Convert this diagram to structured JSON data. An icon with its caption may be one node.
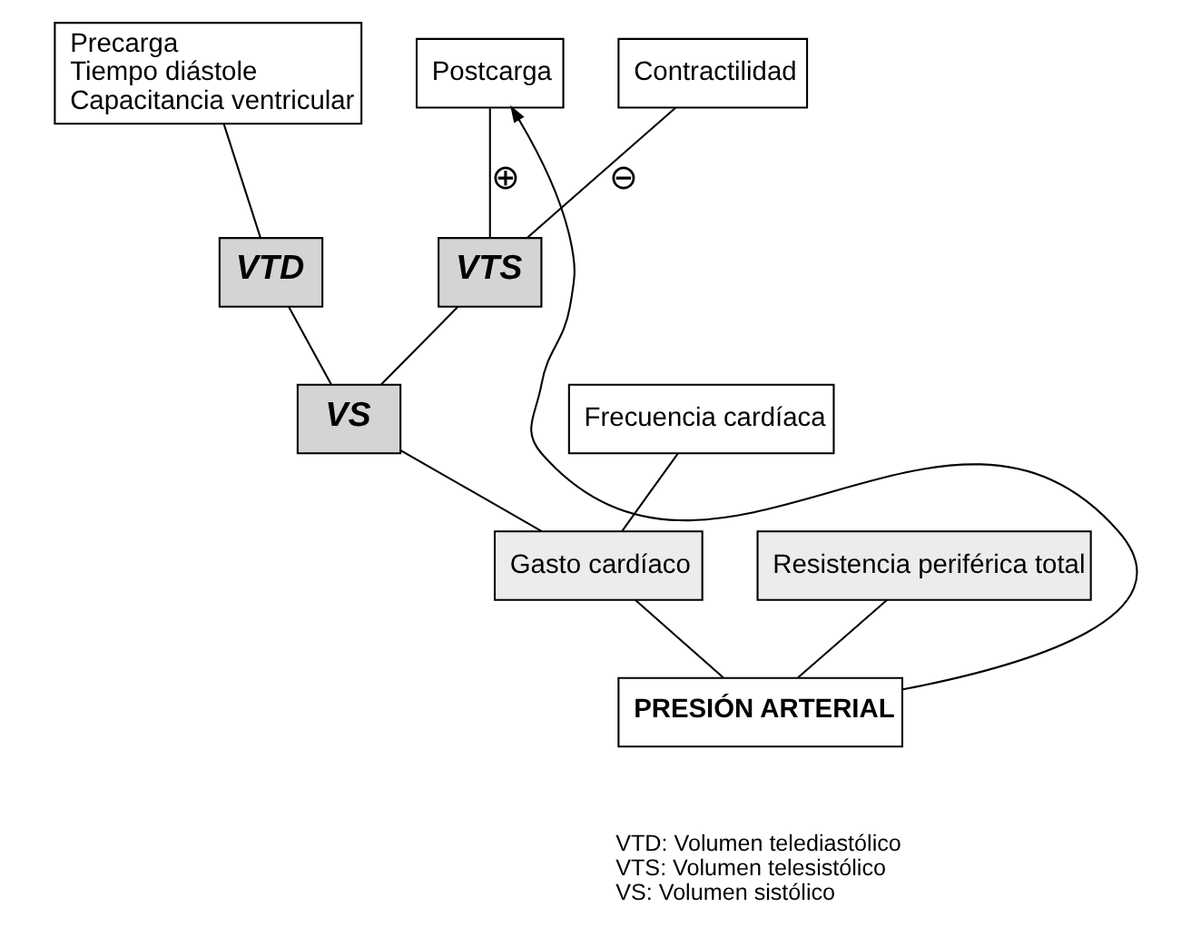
{
  "diagram": {
    "nodes": [
      {
        "text": [
          "Precarga",
          "Tiempo diástole",
          "Capacitancia ventricular"
        ]
      },
      {
        "text": [
          "Contractilidad"
        ]
      },
      {
        "text": [
          "Postcarga"
        ]
      },
      {
        "text": [
          "VTD"
        ]
      },
      {
        "text": [
          "VTS"
        ]
      },
      {
        "text": [
          "VS"
        ]
      },
      {
        "text": [
          "Frecuencia cardíaca"
        ]
      },
      {
        "text": [
          "Resistencia periférica total"
        ]
      },
      {
        "text": [
          "Gasto cardíaco"
        ]
      },
      {
        "text": [
          "PRESIÓN ARTERIAL"
        ]
      }
    ],
    "edges": [
      {
        "from": 0,
        "to": 3,
        "arrow": "none"
      },
      {
        "from": 1,
        "to": 4,
        "arrow": "none",
        "label": "⊖"
      },
      {
        "from": 2,
        "to": 4,
        "arrow": "none",
        "label": "⊕"
      },
      {
        "from": 3,
        "to": 5,
        "arrow": "none"
      },
      {
        "from": 4,
        "to": 5,
        "arrow": "none"
      },
      {
        "from": 5,
        "to": 8,
        "arrow": "none"
      },
      {
        "from": 6,
        "to": 8,
        "arrow": "none"
      },
      {
        "from": 7,
        "to": 9,
        "arrow": "none"
      },
      {
        "from": 8,
        "to": 9,
        "arrow": "none"
      },
      {
        "from": 9,
        "to": 2,
        "arrow": "to"
      }
    ],
    "labels": [
      "VTD: Volumen telediastólico",
      "VTS: Volumen telesistólico",
      "VS: Volumen sistólico"
    ]
  }
}
